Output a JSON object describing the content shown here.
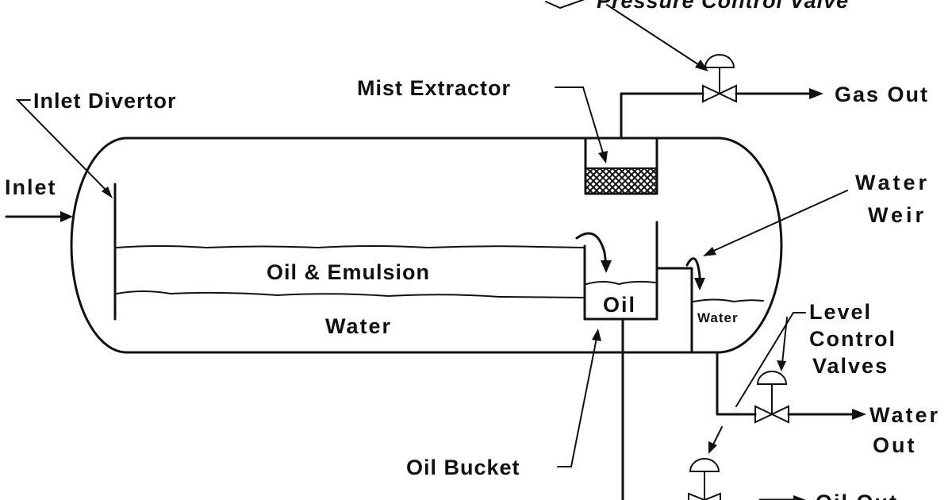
{
  "labels": {
    "pressure_control_valve": "Pressure Control Valve",
    "mist_extractor": "Mist Extractor",
    "gas_out": "Gas Out",
    "inlet_divertor": "Inlet Divertor",
    "inlet": "Inlet",
    "water_weir_line1": "Water",
    "water_weir_line2": "Weir",
    "oil_emulsion": "Oil & Emulsion",
    "oil": "Oil",
    "water_main": "Water",
    "water_right": "Water",
    "level_control_line1": "Level",
    "level_control_line2": "Control",
    "level_control_line3": "Valves",
    "water_out_line1": "Water",
    "water_out_line2": "Out",
    "oil_bucket": "Oil Bucket",
    "oil_out": "Oil Out"
  },
  "colors": {
    "ink": "#111111",
    "background": "#ffffff"
  }
}
